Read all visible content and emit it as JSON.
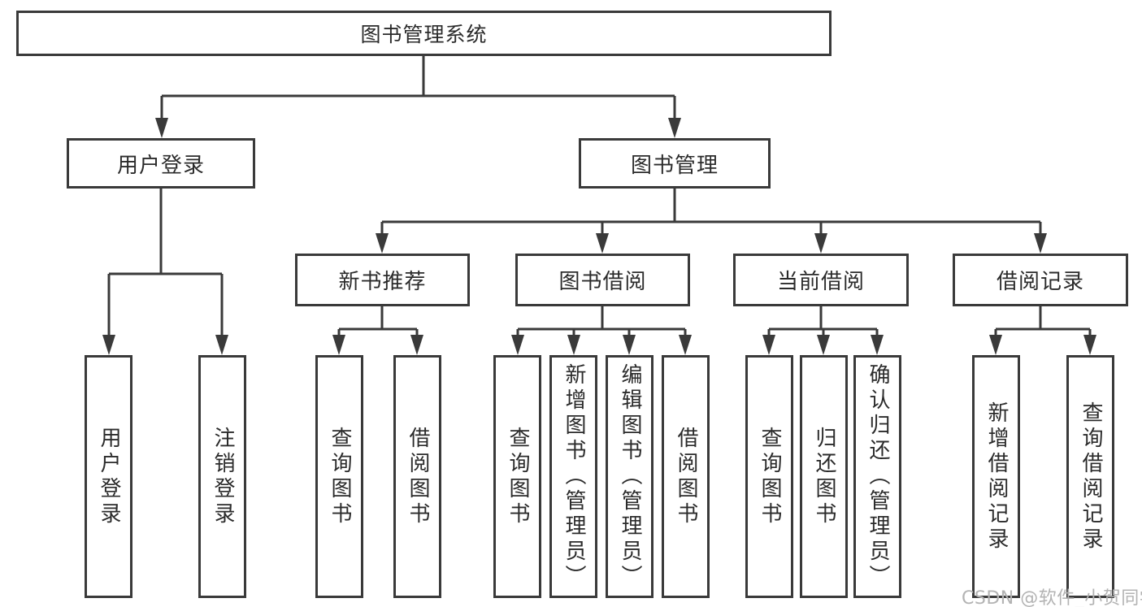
{
  "tree": {
    "root": {
      "label": "图书管理系统",
      "children": [
        {
          "label": "用户登录",
          "children": [
            {
              "label": "用户登录"
            },
            {
              "label": "注销登录"
            }
          ]
        },
        {
          "label": "图书管理",
          "children": [
            {
              "label": "新书推荐",
              "children": [
                {
                  "label": "查询图书"
                },
                {
                  "label": "借阅图书"
                }
              ]
            },
            {
              "label": "图书借阅",
              "children": [
                {
                  "label": "查询图书"
                },
                {
                  "label": "新增图书（管理员）"
                },
                {
                  "label": "编辑图书（管理员）"
                },
                {
                  "label": "借阅图书"
                }
              ]
            },
            {
              "label": "当前借阅",
              "children": [
                {
                  "label": "查询图书"
                },
                {
                  "label": "归还图书"
                },
                {
                  "label": "确认归还（管理员）"
                }
              ]
            },
            {
              "label": "借阅记录",
              "children": [
                {
                  "label": "新增借阅记录"
                },
                {
                  "label": "查询借阅记录"
                }
              ]
            }
          ]
        }
      ]
    }
  },
  "watermark": {
    "text": "CSDN @软件_小贺同学"
  },
  "colors": {
    "background": "#ffffff",
    "line": "#3a3a3a",
    "box_border": "#3a3a3a",
    "text": "#2b2b2b",
    "watermark": "#b3b3b3"
  }
}
